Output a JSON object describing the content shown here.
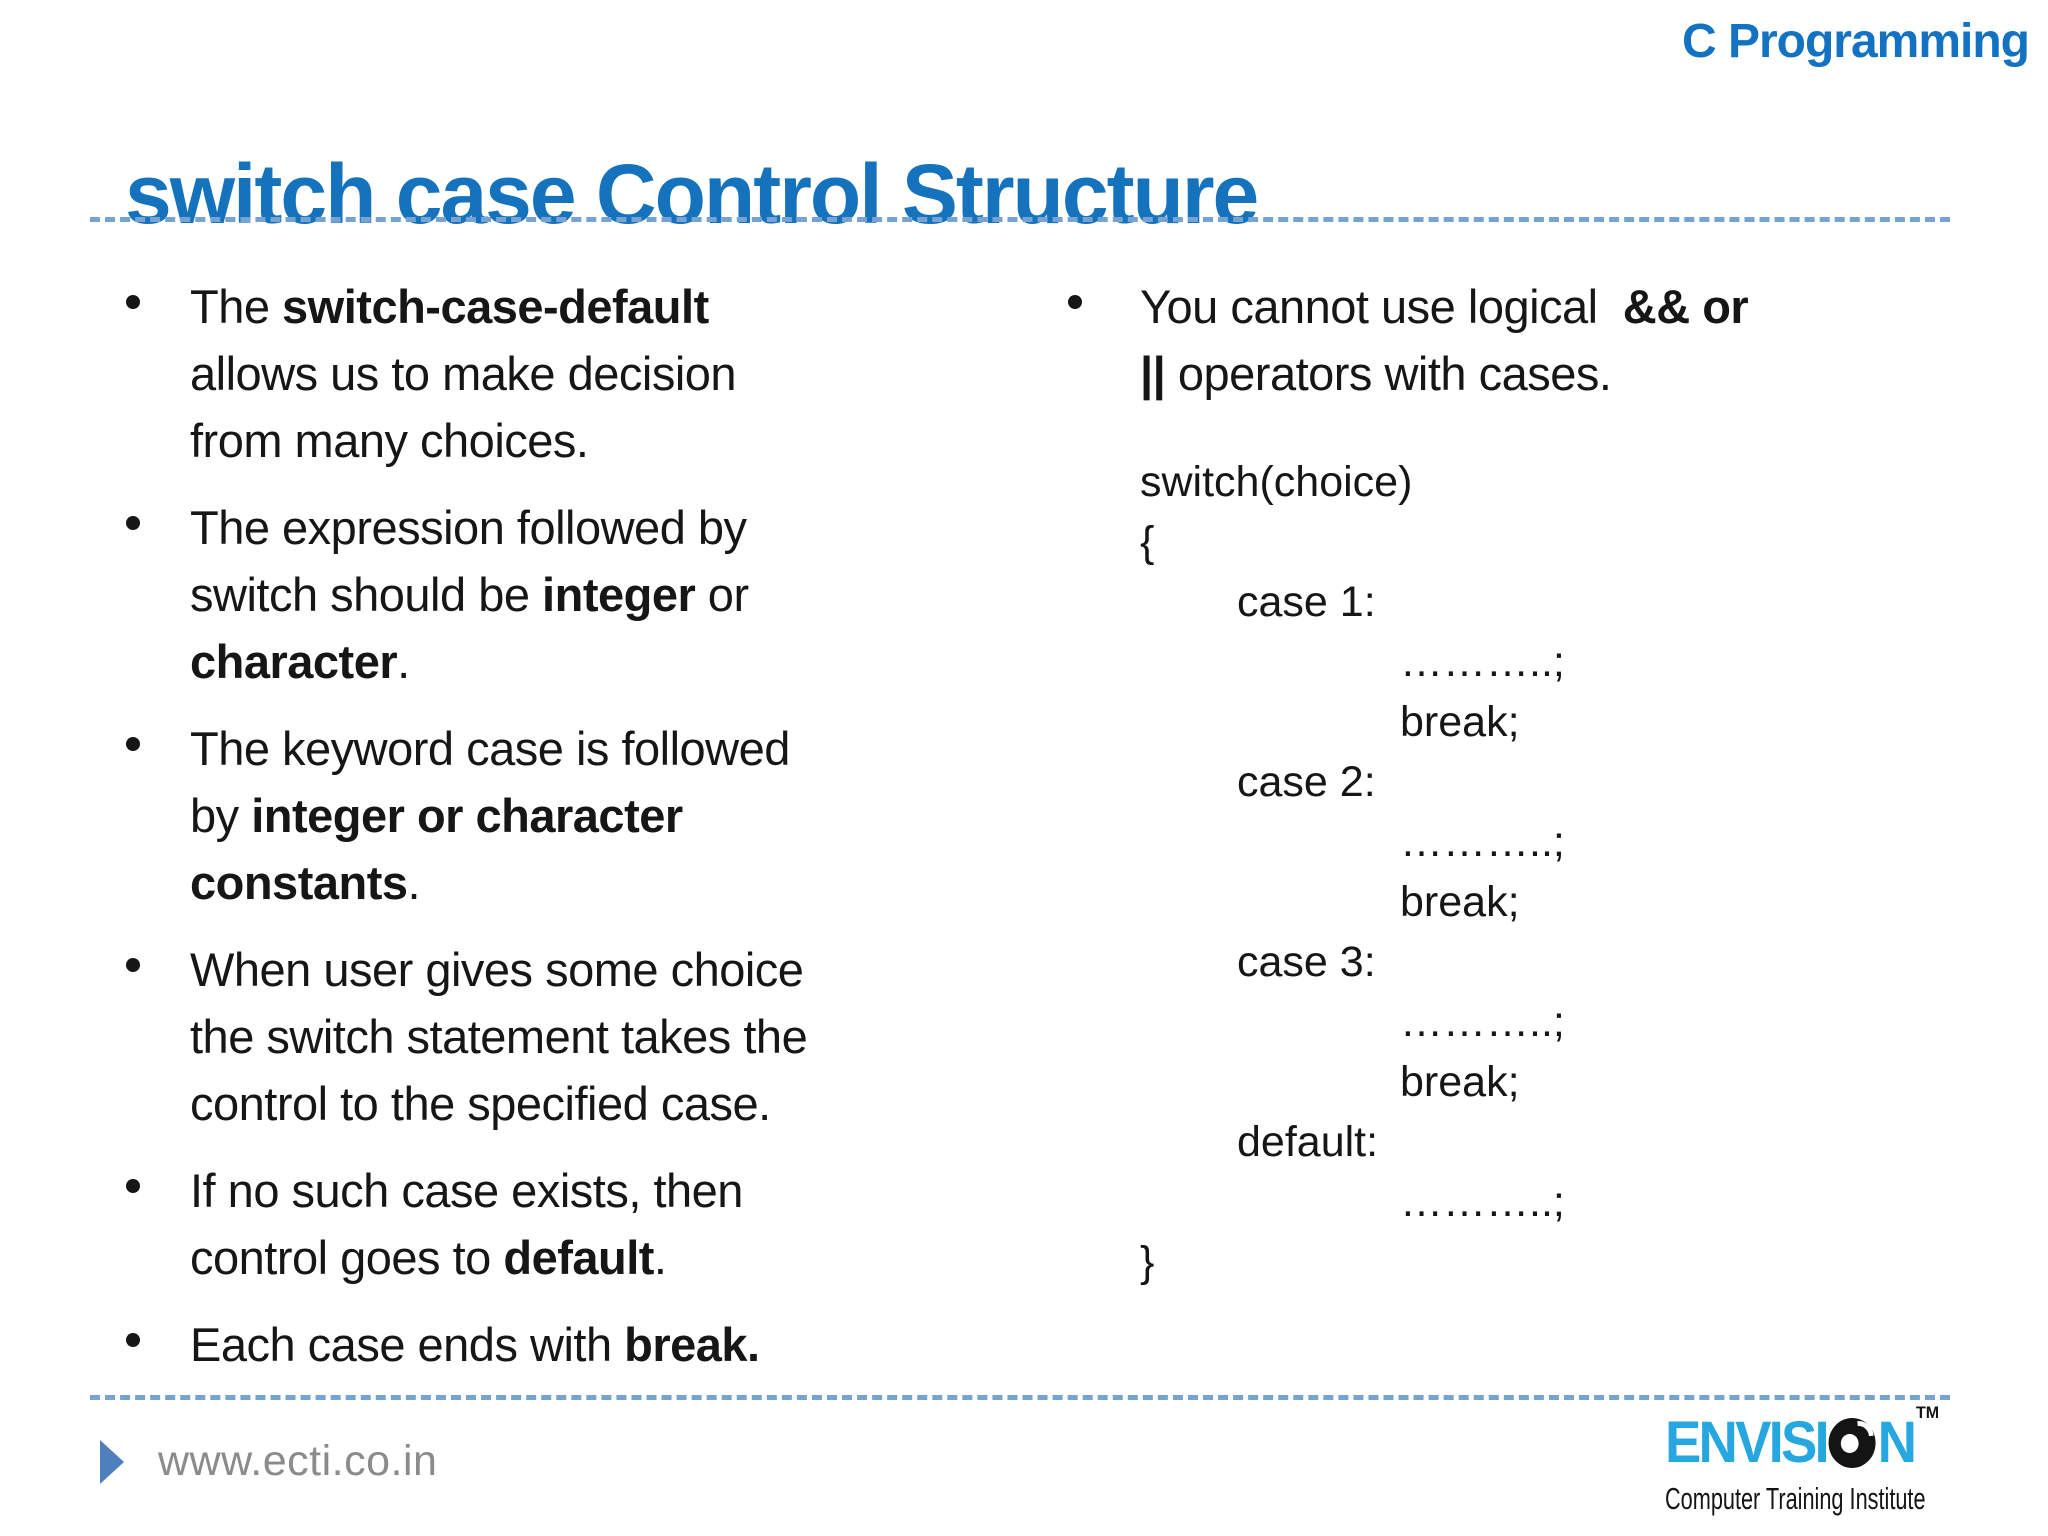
{
  "colors": {
    "accent_blue": "#1572bc",
    "dash_blue": "#76a2d4",
    "footer_arrow_blue": "#4d80bd",
    "footer_gray": "#8b8b8b",
    "logo_blue": "#27a7e0",
    "text": "#161616",
    "background": "#ffffff"
  },
  "header": {
    "course_label": "C Programming",
    "title": "switch case Control Structure"
  },
  "left_column": {
    "bullets": [
      {
        "lines": [
          [
            {
              "t": "The "
            },
            {
              "t": "switch-case-default",
              "b": true
            }
          ],
          [
            {
              "t": "allows us to make decision"
            }
          ],
          [
            {
              "t": "from many choices."
            }
          ]
        ]
      },
      {
        "lines": [
          [
            {
              "t": "The expression followed by"
            }
          ],
          [
            {
              "t": "switch should be "
            },
            {
              "t": "integer",
              "b": true
            },
            {
              "t": " or"
            }
          ],
          [
            {
              "t": "character",
              "b": true
            },
            {
              "t": "."
            }
          ]
        ]
      },
      {
        "lines": [
          [
            {
              "t": "The keyword case is followed"
            }
          ],
          [
            {
              "t": "by "
            },
            {
              "t": "integer or character",
              "b": true
            }
          ],
          [
            {
              "t": "constants",
              "b": true
            },
            {
              "t": "."
            }
          ]
        ]
      },
      {
        "lines": [
          [
            {
              "t": "When user gives some choice"
            }
          ],
          [
            {
              "t": "the switch statement takes the"
            }
          ],
          [
            {
              "t": "control to the specified case."
            }
          ]
        ]
      },
      {
        "lines": [
          [
            {
              "t": "If no such case exists, then"
            }
          ],
          [
            {
              "t": "control goes to "
            },
            {
              "t": "default",
              "b": true
            },
            {
              "t": "."
            }
          ]
        ]
      },
      {
        "lines": [
          [
            {
              "t": "Each case ends with "
            },
            {
              "t": "break.",
              "b": true
            }
          ]
        ]
      }
    ]
  },
  "right_column": {
    "bullets": [
      {
        "lines": [
          [
            {
              "t": "You cannot use logical  "
            },
            {
              "t": "&& or",
              "b": true
            }
          ],
          [
            {
              "t": "||",
              "b": true
            },
            {
              "t": " operators with cases."
            }
          ]
        ]
      },
      {
        "lines": []
      }
    ],
    "code": {
      "lines": [
        {
          "indent": 0,
          "text": "switch(choice)"
        },
        {
          "indent": 0,
          "text": "{"
        },
        {
          "indent": 1,
          "text": "case 1:"
        },
        {
          "indent": 2,
          "text": "………..;"
        },
        {
          "indent": 2,
          "text": "break;"
        },
        {
          "indent": 1,
          "text": "case 2:"
        },
        {
          "indent": 2,
          "text": "………..;"
        },
        {
          "indent": 2,
          "text": "break;"
        },
        {
          "indent": 1,
          "text": "case 3:"
        },
        {
          "indent": 2,
          "text": "………..;"
        },
        {
          "indent": 2,
          "text": "break;"
        },
        {
          "indent": 1,
          "text": "default:"
        },
        {
          "indent": 2,
          "text": "………..;"
        },
        {
          "indent": 0,
          "text": "}"
        }
      ]
    }
  },
  "footer": {
    "url": "www.ecti.co.in",
    "logo": {
      "brand_prefix": "ENVISI",
      "brand_suffix": "N",
      "lens_icon": "camera-lens-icon",
      "trademark": "TM",
      "tagline": "Computer Training Institute"
    }
  },
  "icons": {
    "bullet_marker": "bullet-dot-icon",
    "footer_arrow": "play-arrow-icon",
    "logo_lens": "camera-lens-icon"
  }
}
